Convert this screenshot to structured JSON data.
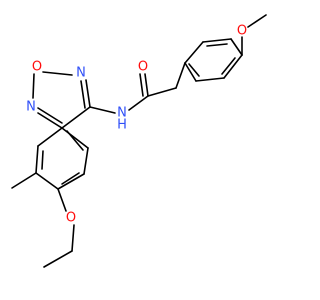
{
  "molecule": {
    "atoms": [
      {
        "id": "O_furazan",
        "symbol": "O",
        "color": "#ff0d0d"
      },
      {
        "id": "N_furazan_top",
        "symbol": "N",
        "color": "#3050f8"
      },
      {
        "id": "N_furazan_left",
        "symbol": "N",
        "color": "#3050f8"
      },
      {
        "id": "NH_amide",
        "symbol": "N",
        "color": "#3050f8"
      },
      {
        "id": "H_amide",
        "symbol": "H",
        "color": "#3050f8"
      },
      {
        "id": "O_carbonyl",
        "symbol": "O",
        "color": "#ff0d0d"
      },
      {
        "id": "O_methoxy",
        "symbol": "O",
        "color": "#ff0d0d"
      },
      {
        "id": "O_ethoxy",
        "symbol": "O",
        "color": "#ff0d0d"
      }
    ]
  }
}
